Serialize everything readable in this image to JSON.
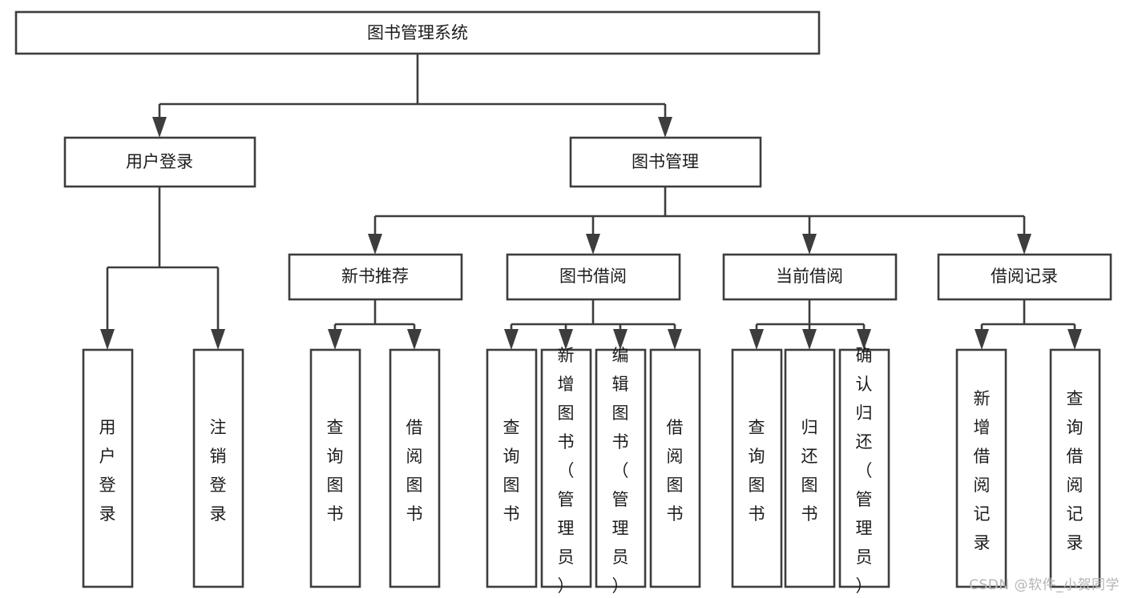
{
  "diagram": {
    "type": "tree-hierarchy",
    "title": "图书管理系统",
    "root": {
      "id": "root",
      "label": "图书管理系统"
    },
    "level2": [
      {
        "id": "user-login",
        "label": "用户登录"
      },
      {
        "id": "book-management",
        "label": "图书管理"
      }
    ],
    "level3": [
      {
        "id": "new-book-recommend",
        "label": "新书推荐",
        "parent": "book-management"
      },
      {
        "id": "book-borrow",
        "label": "图书借阅",
        "parent": "book-management"
      },
      {
        "id": "current-borrow",
        "label": "当前借阅",
        "parent": "book-management"
      },
      {
        "id": "borrow-record",
        "label": "借阅记录",
        "parent": "book-management"
      }
    ],
    "leaves": [
      {
        "id": "leaf-user-login",
        "label": "用户登录",
        "parent": "user-login"
      },
      {
        "id": "leaf-logout-login",
        "label": "注销登录",
        "parent": "user-login"
      },
      {
        "id": "leaf-query-book-1",
        "label": "查询图书",
        "parent": "new-book-recommend"
      },
      {
        "id": "leaf-borrow-book-1",
        "label": "借阅图书",
        "parent": "new-book-recommend"
      },
      {
        "id": "leaf-query-book-2",
        "label": "查询图书",
        "parent": "book-borrow"
      },
      {
        "id": "leaf-add-book",
        "label": "新增图书（管理员）",
        "parent": "book-borrow"
      },
      {
        "id": "leaf-edit-book",
        "label": "编辑图书（管理员）",
        "parent": "book-borrow"
      },
      {
        "id": "leaf-borrow-book-2",
        "label": "借阅图书",
        "parent": "book-borrow"
      },
      {
        "id": "leaf-query-book-3",
        "label": "查询图书",
        "parent": "current-borrow"
      },
      {
        "id": "leaf-return-book",
        "label": "归还图书",
        "parent": "current-borrow"
      },
      {
        "id": "leaf-confirm-return",
        "label": "确认归还（管理员）",
        "parent": "current-borrow"
      },
      {
        "id": "leaf-add-record",
        "label": "新增借阅记录",
        "parent": "borrow-record"
      },
      {
        "id": "leaf-query-record",
        "label": "查询借阅记录",
        "parent": "borrow-record"
      }
    ],
    "colors": {
      "box_stroke": "#3d3d3d",
      "box_fill": "#ffffff",
      "connector": "#3d3d3d",
      "text": "#1c1c1c",
      "background": "#ffffff",
      "watermark": "#b5b5b5"
    }
  },
  "watermark": {
    "text": "CSDN @软件_小贺同学"
  }
}
